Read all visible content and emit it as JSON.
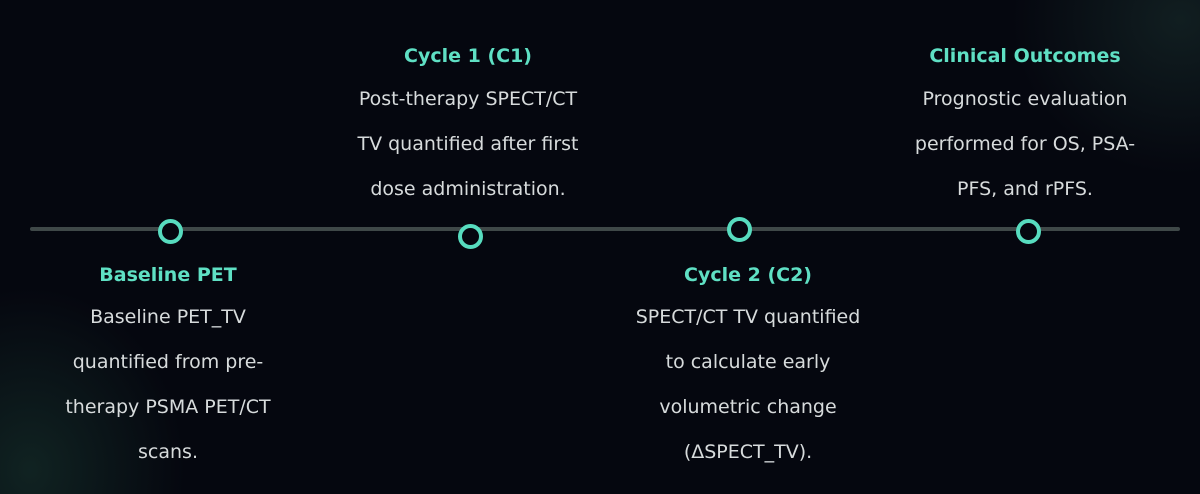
{
  "colors": {
    "background": "#05070f",
    "accent": "#57dcbf",
    "title": "#5fe0c4",
    "text": "#d7dbdc",
    "axis": "#3f4848"
  },
  "milestones": [
    {
      "title": "Baseline PET",
      "lines": [
        "Baseline PET_TV",
        "quantified from pre-",
        "therapy PSMA PET/CT",
        "scans."
      ]
    },
    {
      "title": "Cycle 1 (C1)",
      "lines": [
        "Post-therapy SPECT/CT",
        "TV quantified after first",
        "dose administration."
      ]
    },
    {
      "title": "Cycle 2 (C2)",
      "lines": [
        "SPECT/CT TV quantified",
        "to calculate early",
        "volumetric change",
        "(ΔSPECT_TV)."
      ]
    },
    {
      "title": "Clinical Outcomes",
      "lines": [
        "Prognostic evaluation",
        "performed for OS, PSA-",
        "PFS, and rPFS."
      ]
    }
  ]
}
